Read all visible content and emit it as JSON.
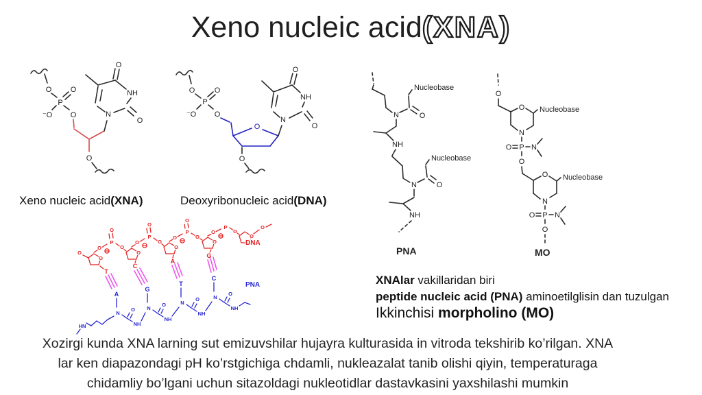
{
  "slide": {
    "title_main": "Xeno nucleic acid",
    "title_paren": "(XNA)"
  },
  "atoms": {
    "O": "O",
    "P": "P",
    "N": "N",
    "NH": "NH",
    "HN": "HN",
    "H": "H",
    "O_minus": "⁻O",
    "nucleobase": "Nucleobase"
  },
  "captions": {
    "xna_normal": "Xeno nucleic acid",
    "xna_bold": "(XNA)",
    "dna_normal": "Deoxyribonucleic acid",
    "dna_bold": "(DNA)",
    "pna": "PNA",
    "mo": "MO"
  },
  "duplex": {
    "dna_label": "DNA",
    "pna_label": "PNA",
    "dna_bases": [
      "T",
      "C",
      "A",
      "G"
    ],
    "pna_bases": [
      "A",
      "G",
      "T",
      "C"
    ]
  },
  "sidetext": {
    "line1_bold": "XNAlar",
    "line1_rest": " vakillaridan biri",
    "line2_bold": "peptide nucleic acid (PNA)",
    "line2_rest": " aminoetilglisin dan tuzulgan",
    "line3_normal": "Ikkinchisi ",
    "line3_bold": "morpholino (MO)"
  },
  "paragraph": {
    "line1": "Xozirgi kunda XNA larning sut emizuvshilar hujayra kulturasida in vitroda tekshirib ko’rilgan. XNA",
    "line2": "lar ken diapazondagi pH ko’rstgichiga chdamli, nukleazalat tanib olishi qiyin, temperaturaga",
    "line3": "chidamliy bo’lgani uchun sitazoldagi nukleotidlar dastavkasini yaxshilashi mumkin"
  },
  "colors": {
    "xna_backbone_red": "#d84a4a",
    "dna_sugar_blue": "#2020c0",
    "duplex_dna_red": "#e32222",
    "duplex_pna_blue": "#2424d0",
    "hydrogen_bond_magenta": "#ee55ee",
    "ink": "#1c1c1c"
  }
}
